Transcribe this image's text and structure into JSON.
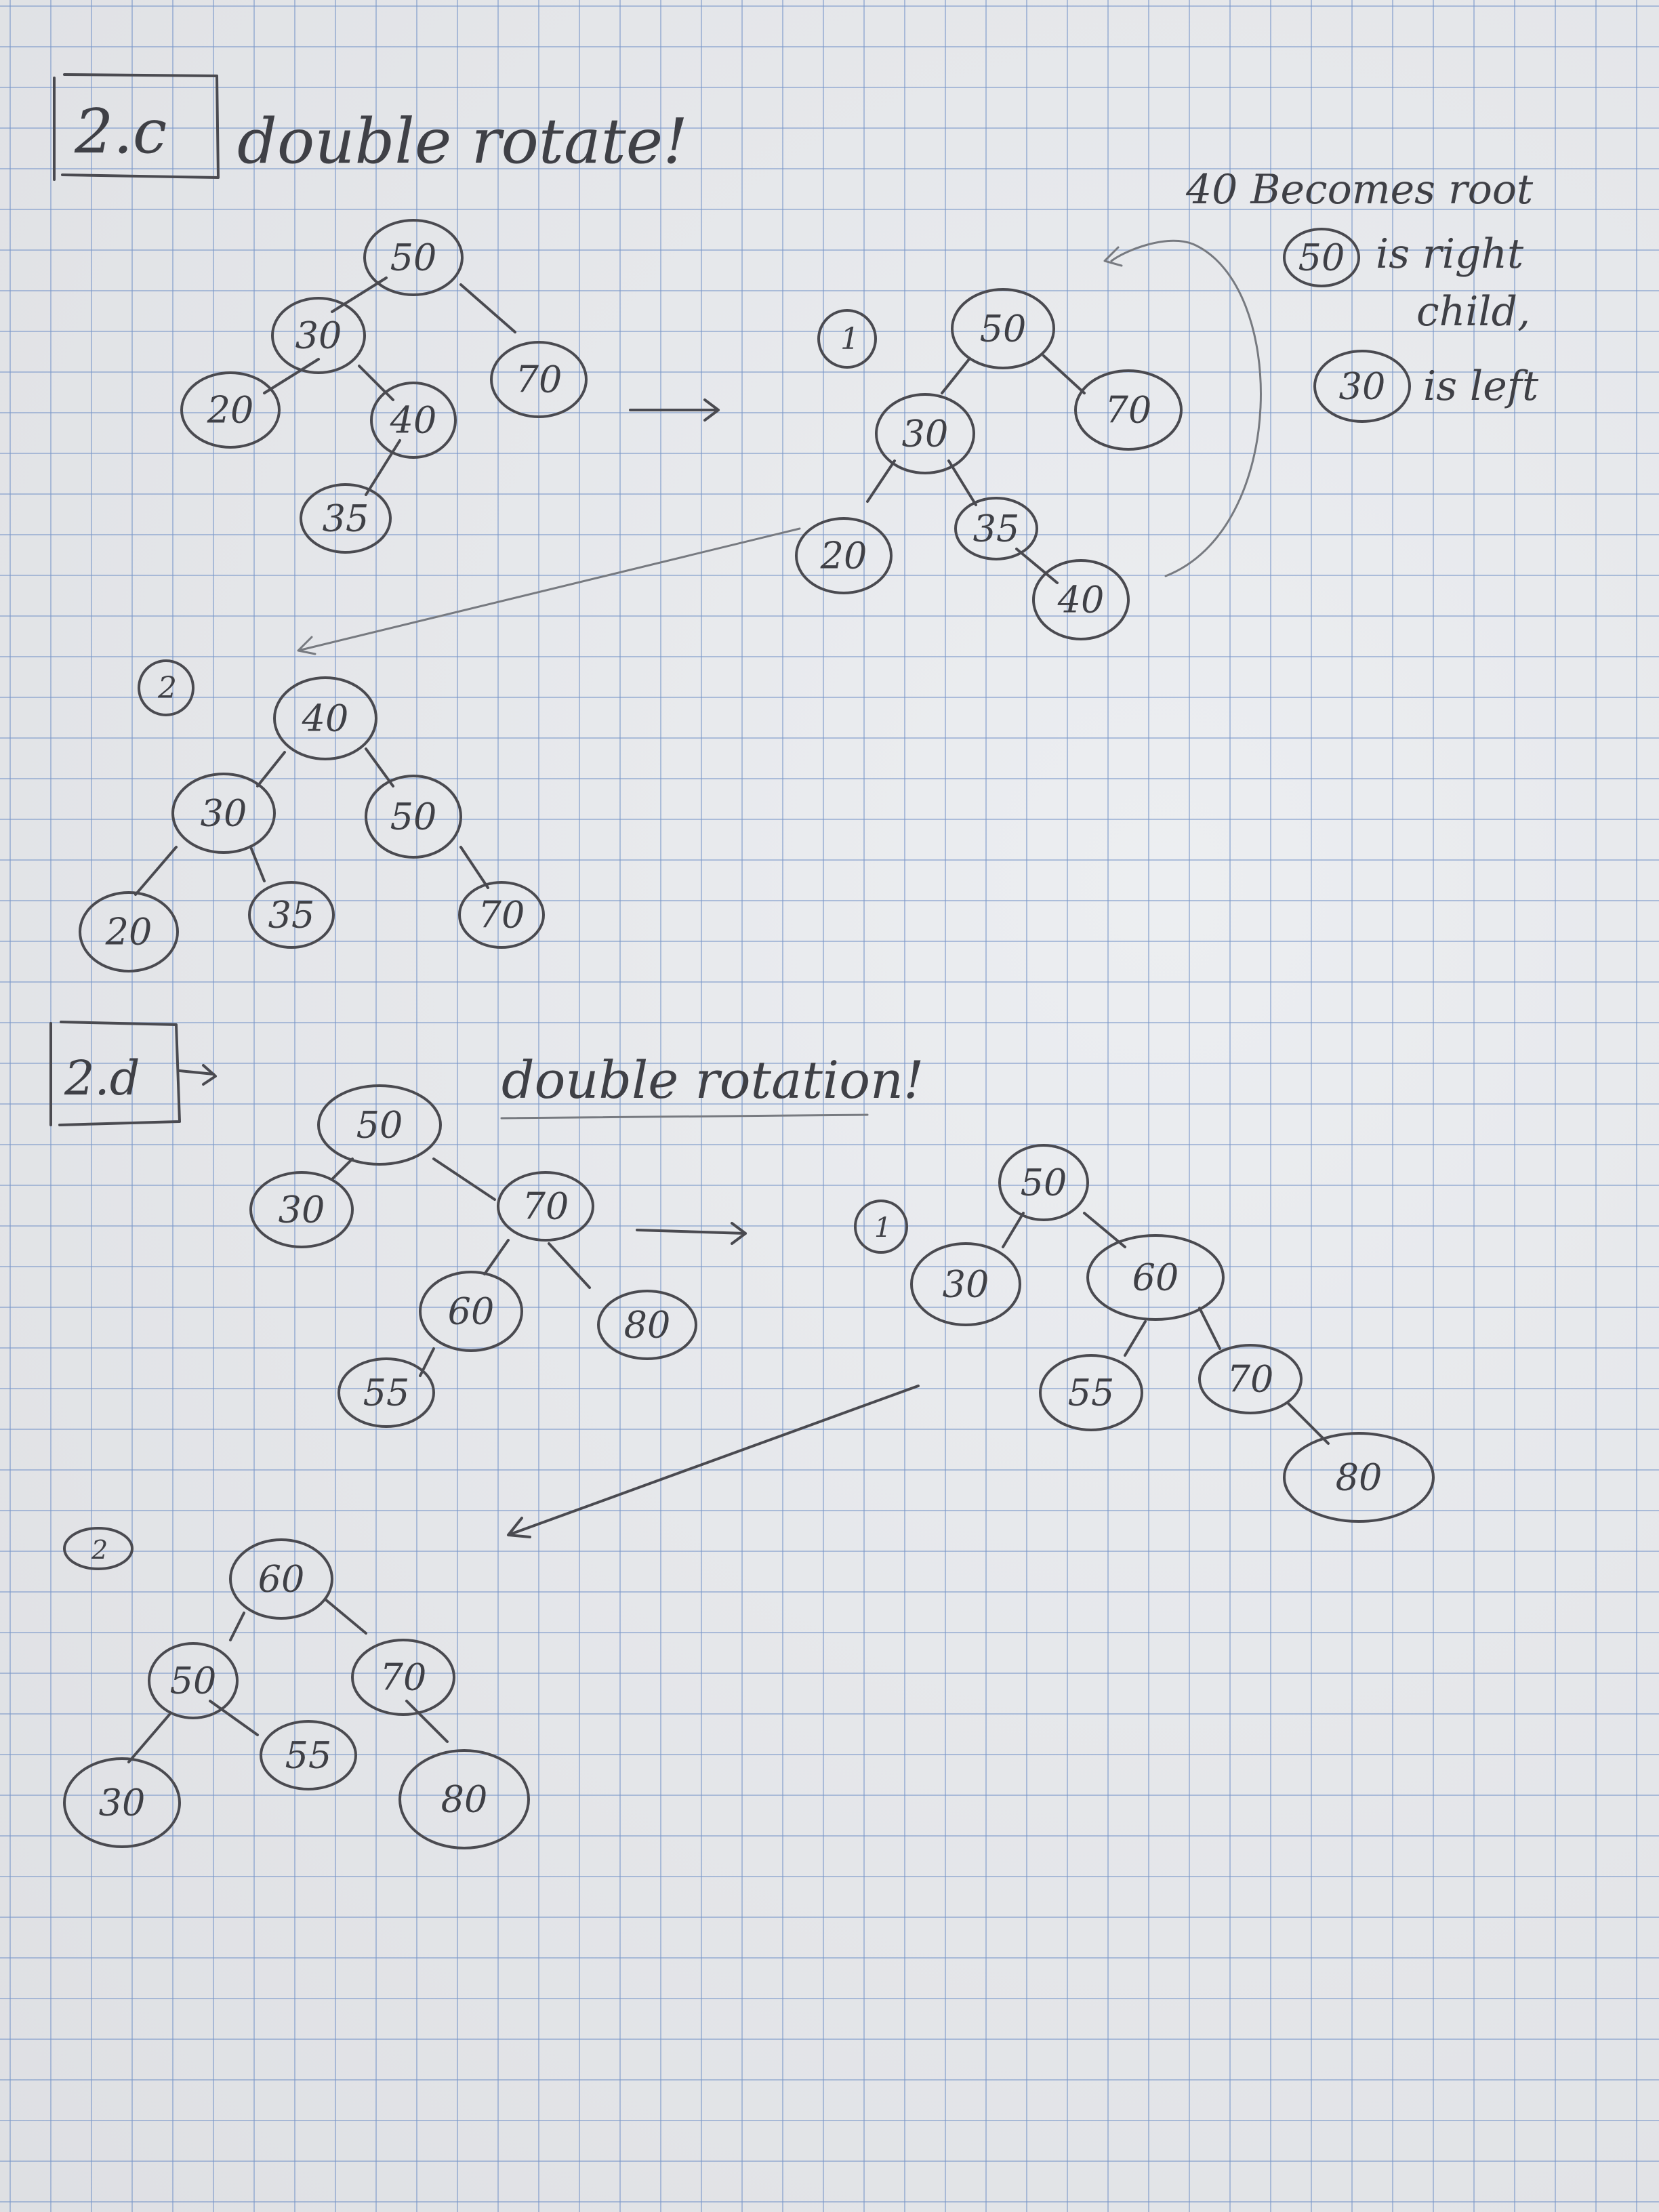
{
  "section_c": {
    "label": "2.c",
    "heading": "double rotate!",
    "note_line1": "40 Becomes root",
    "note_line2_node": "50",
    "note_line2_text": "is right",
    "note_line3": "child,",
    "note_line4_node": "30",
    "note_line4_text": "is left",
    "step1_label": "1",
    "step2_label": "2"
  },
  "section_d": {
    "label": "2.d",
    "heading": "double rotation!",
    "step1_label": "1",
    "step2_label": "2"
  },
  "trees": {
    "c_original": [
      "50",
      "30",
      "70",
      "20",
      "40",
      "35"
    ],
    "c_step1": [
      "50",
      "30",
      "70",
      "20",
      "35",
      "40"
    ],
    "c_step2": [
      "40",
      "30",
      "50",
      "20",
      "35",
      "70"
    ],
    "d_original": [
      "50",
      "30",
      "70",
      "60",
      "80",
      "55"
    ],
    "d_step1": [
      "50",
      "30",
      "60",
      "55",
      "70",
      "80"
    ],
    "d_step2": [
      "60",
      "50",
      "70",
      "30",
      "55",
      "80"
    ]
  }
}
